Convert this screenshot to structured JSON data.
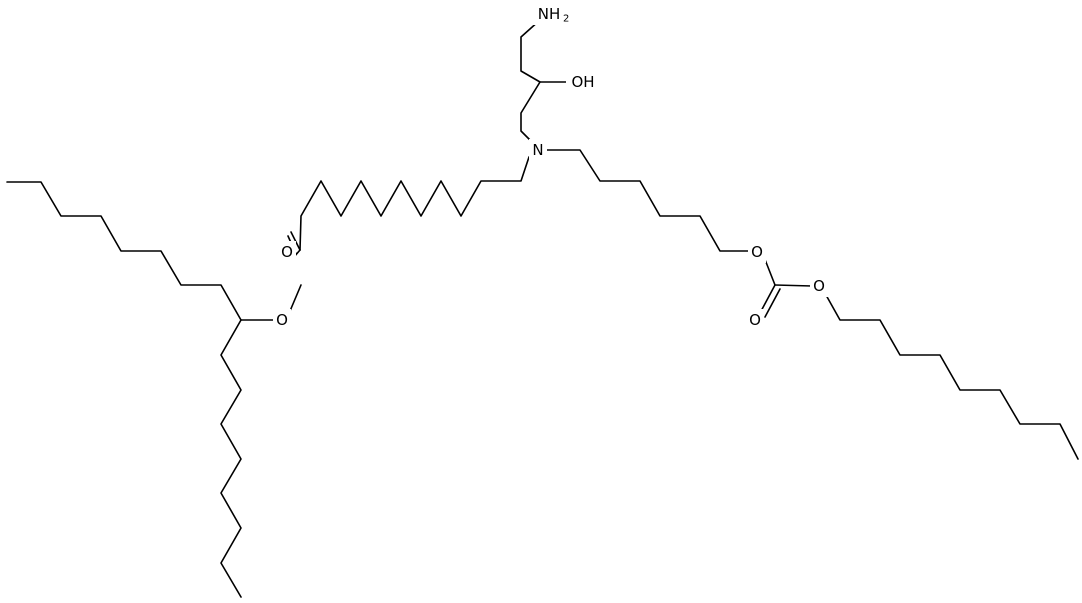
{
  "structure": {
    "type": "skeletal-formula",
    "line_color": "#000000",
    "background": "#ffffff",
    "labels": {
      "amine_N": "NH",
      "amine_sub": "2",
      "hydroxyl": "OH",
      "tertiary_amine": "N",
      "ester_carbonyl_O": "O",
      "ester_O": "O",
      "carbonate_O1": "O",
      "carbonate_O2": "O",
      "carbonate_carbonyl_O": "O"
    }
  }
}
